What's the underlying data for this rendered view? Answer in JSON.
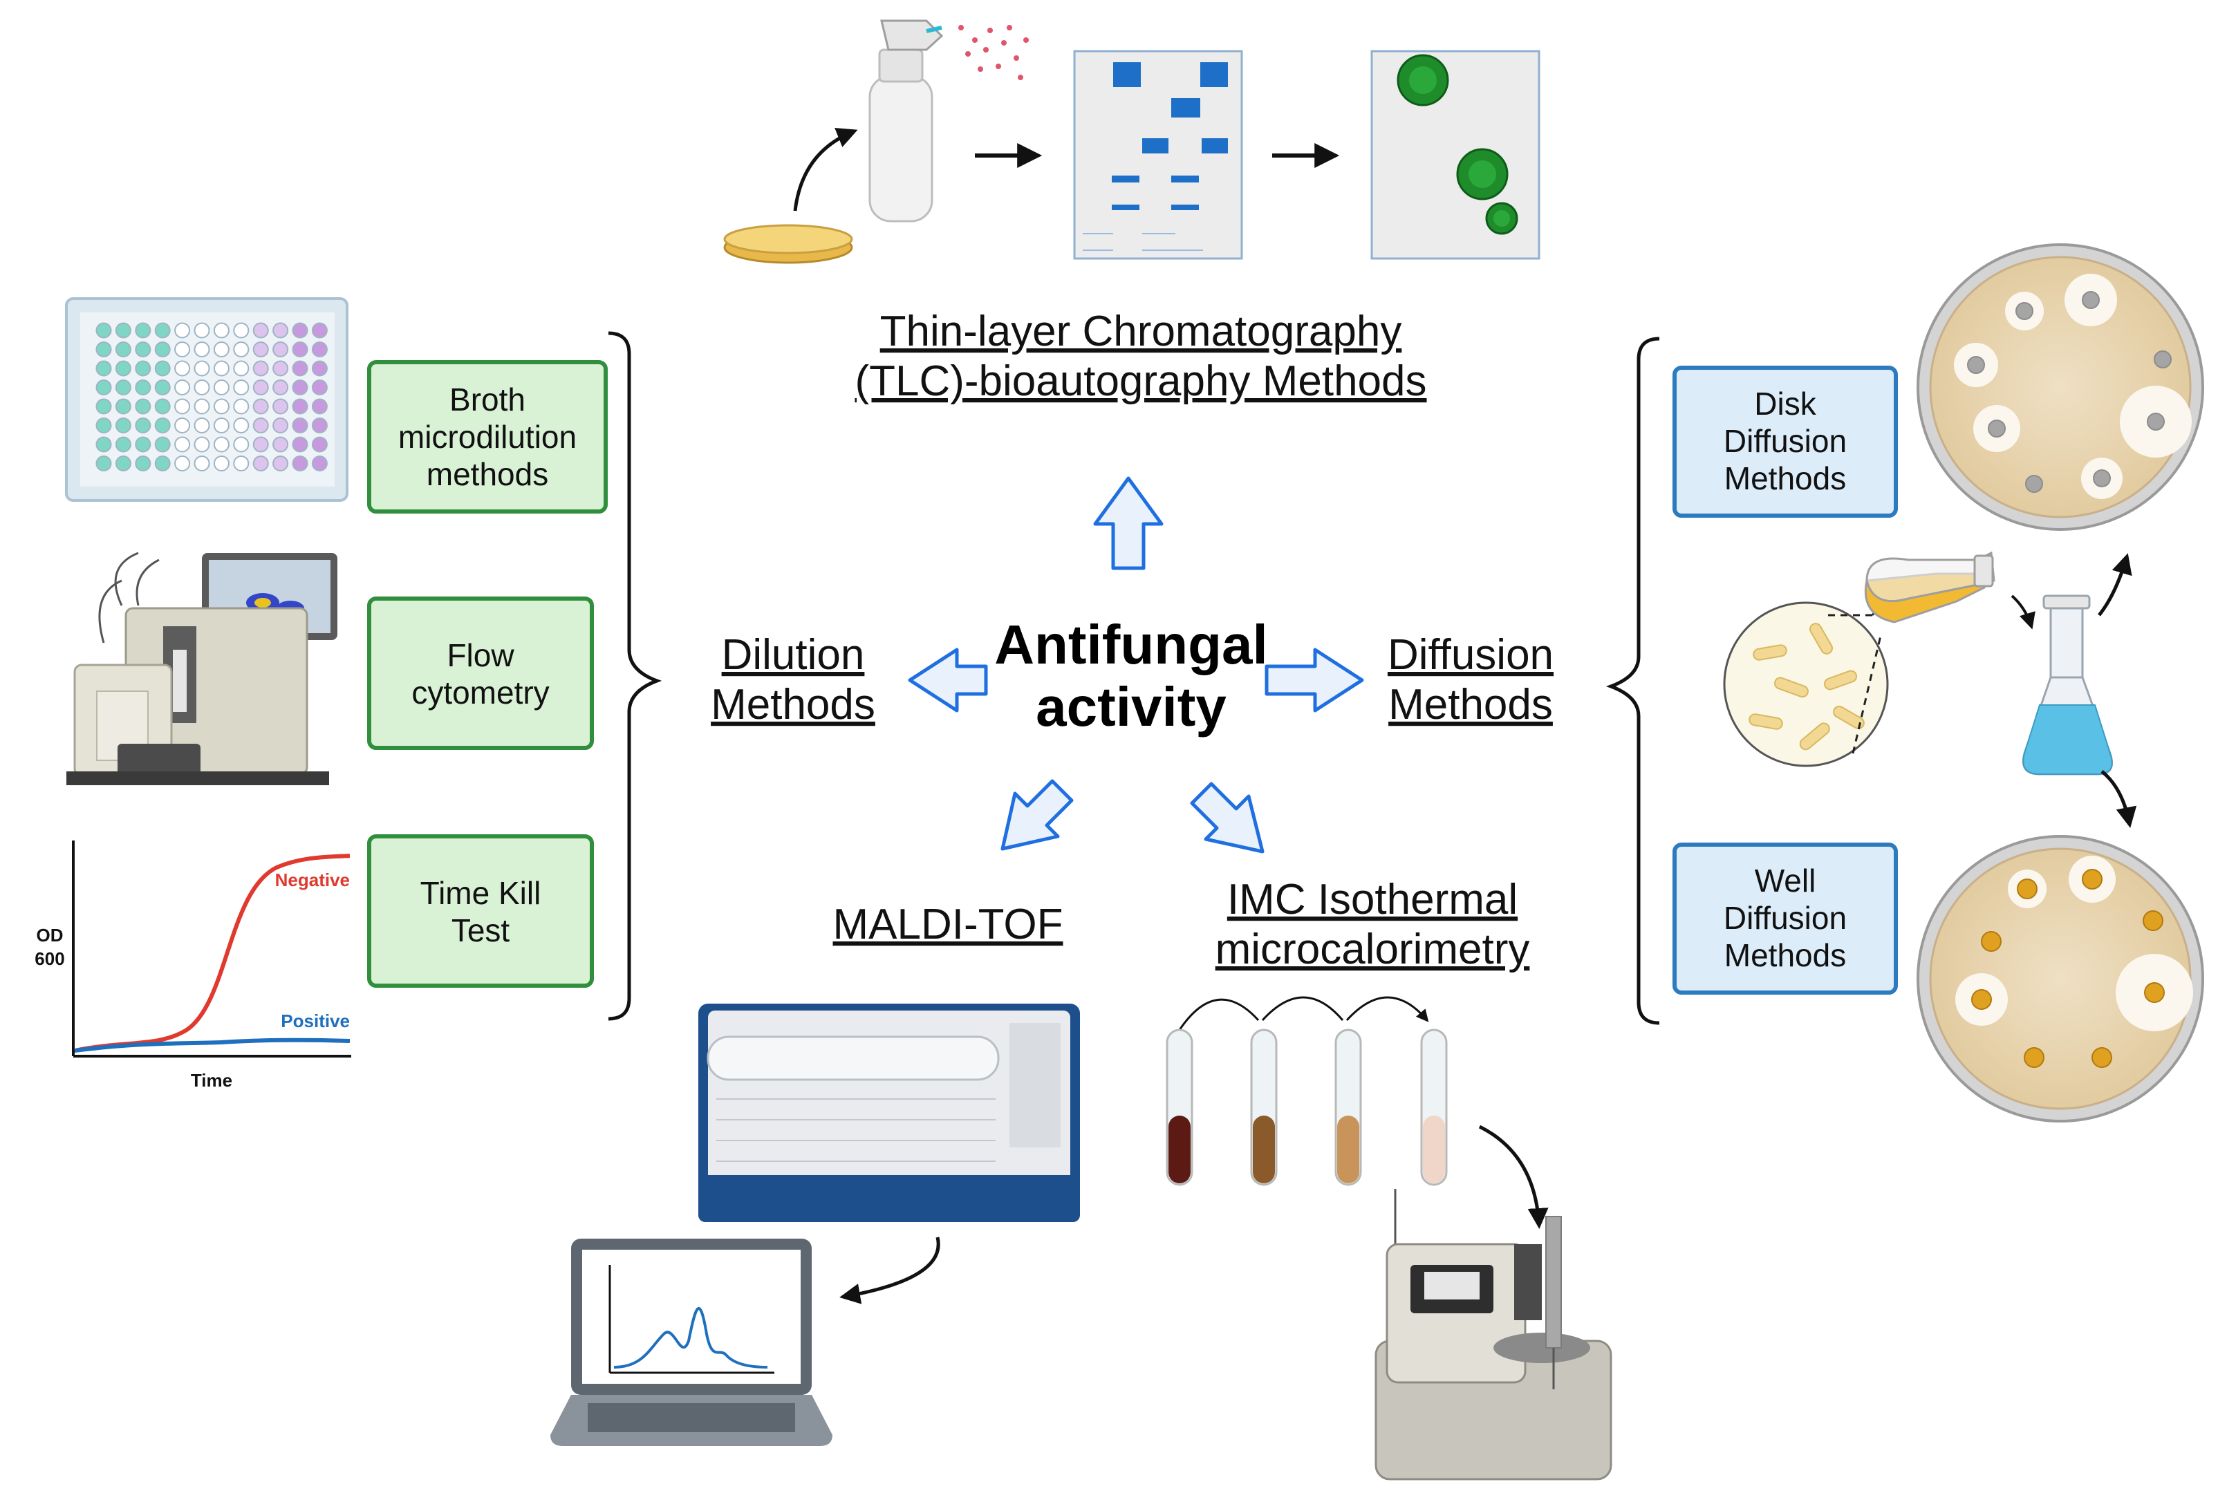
{
  "center": {
    "line1": "Antifungal",
    "line2": "activity"
  },
  "branches": {
    "tlc": {
      "line1": "Thin-layer Chromatography",
      "line2": "(TLC)-bioautography Methods"
    },
    "dilution": {
      "line1": "Dilution",
      "line2": "Methods"
    },
    "diffusion": {
      "line1": "Diffusion",
      "line2": "Methods"
    },
    "maldi": {
      "label": "MALDI-TOF"
    },
    "imc": {
      "line1": "IMC Isothermal",
      "line2": "microcalorimetry"
    }
  },
  "dilution_methods": [
    {
      "lines": [
        "Broth",
        "microdilution",
        "methods"
      ]
    },
    {
      "lines": [
        "Flow",
        "cytometry"
      ]
    },
    {
      "lines": [
        "Time Kill",
        "Test"
      ]
    }
  ],
  "diffusion_methods": [
    {
      "lines": [
        "Disk",
        "Diffusion",
        "Methods"
      ]
    },
    {
      "lines": [
        "Well",
        "Diffusion",
        "Methods"
      ]
    }
  ],
  "time_kill_graph": {
    "ylabel_line1": "OD",
    "ylabel_line2": "600",
    "xlabel": "Time",
    "negative_label": "Negative",
    "positive_label": "Positive"
  },
  "colors": {
    "green_box_fill": "#d9f2d6",
    "green_box_stroke": "#2f8f3c",
    "blue_box_fill": "#dcecf8",
    "blue_box_stroke": "#2c7bbf",
    "arrow_blue": "#1f6fe0",
    "arrow_fill": "#e8f1fc",
    "negative_curve": "#e03a2f",
    "positive_curve": "#1f6fbf"
  },
  "icons": [
    "spray-bottle-icon",
    "petri-dish-icon",
    "tlc-plate-icon",
    "well-plate-icon",
    "flow-cytometer-icon",
    "laptop-icon",
    "mass-spectrometer-icon",
    "test-tube-icon",
    "flask-icon",
    "microcalorimeter-icon"
  ]
}
